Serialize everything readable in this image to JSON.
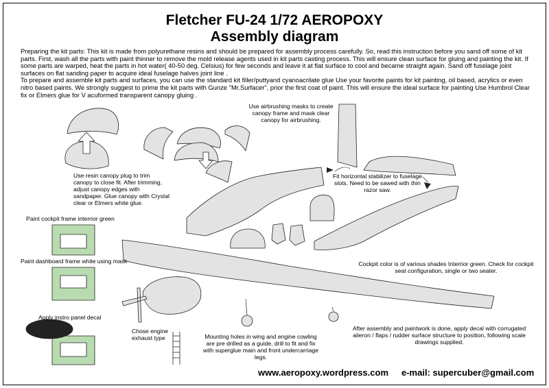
{
  "title": {
    "line1": "Fletcher FU-24 1/72 AEROPOXY",
    "line2": "Assembly diagram"
  },
  "intro": {
    "paragraph1": "Preparing the kit parts: This kit is made from polyurethane resins and should be prepared for assembly process  carefully. So, read this instruction before you sand off some of kit parts. First, wash all the parts with  paint thinner to remove the mold release agents used in kit parts casting process. This will ensure  clean surface for gluing and painting the kit. If some parts are warped,  heat the parts in hot  water( 40-50 deg. Celsius) for few seconds and leave it at flat surface  to cool and became  straight again. Sand off fuselage joint surfaces on flat sanding paper to acquire ideal fuselage halves joint line .",
    "paragraph2": "To prepare and assemble kit parts and  surfaces,  you can  use the standard kit filler/puttyand  cyanoacrilate glue  Use your favorite paints for kit painting, oil based, acrylics or even nitro based paints. We  strongly suggest to prime the  kit parts with Gunze \"Mr.Surfacer\", prior the first coat of paint. This will ensure the ideal surface for painting  Use Humbrol Clear fix or Elmers glue for V acuformed transparent  canopy gluing ."
  },
  "notes": {
    "airbrush_masks": "Use airbrushing masks to create canopy frame and mask clear canopy for airbrushing.",
    "resin_plug": "Use resin canopy plug to trim canopy to close fit. After trimming, adjust canopy edges with sandpaper. Glue canopy with Crystal clear or Elmers white glue.",
    "stabilizer": "Fit horizontal stabilizer to fuselage slots. Need to be sawed with thin razor saw.",
    "cockpit_frame": "Paint cockpit frame interrior green",
    "dashboard_frame": "Paint dashboard frame white using mask",
    "instro_decal": "Apply instro panel decal",
    "cockpit_color": "Cockpit color is of various  shades Interrior green. Check for cockpit seat configuration, single or two seater.",
    "exhaust": "Chose engine exhaust type",
    "mounting": "Mounting holes in wing and engine cowling are pre drilled as a guide, drill to fit and fix with superglue main and front undercarriage legs.",
    "decal": "After assembly and paintwork is done, apply decal with corrugated aileron / flaps / rudder  surface structure to position, following scale drawings supplied."
  },
  "footer": {
    "website": "www.aeropoxy.wordpress.com",
    "email": "e-mail: supercuber@gmail.com"
  },
  "colors": {
    "green": "#b9dbb0",
    "part_grey": "#e3e3e3",
    "dark": "#222222"
  }
}
